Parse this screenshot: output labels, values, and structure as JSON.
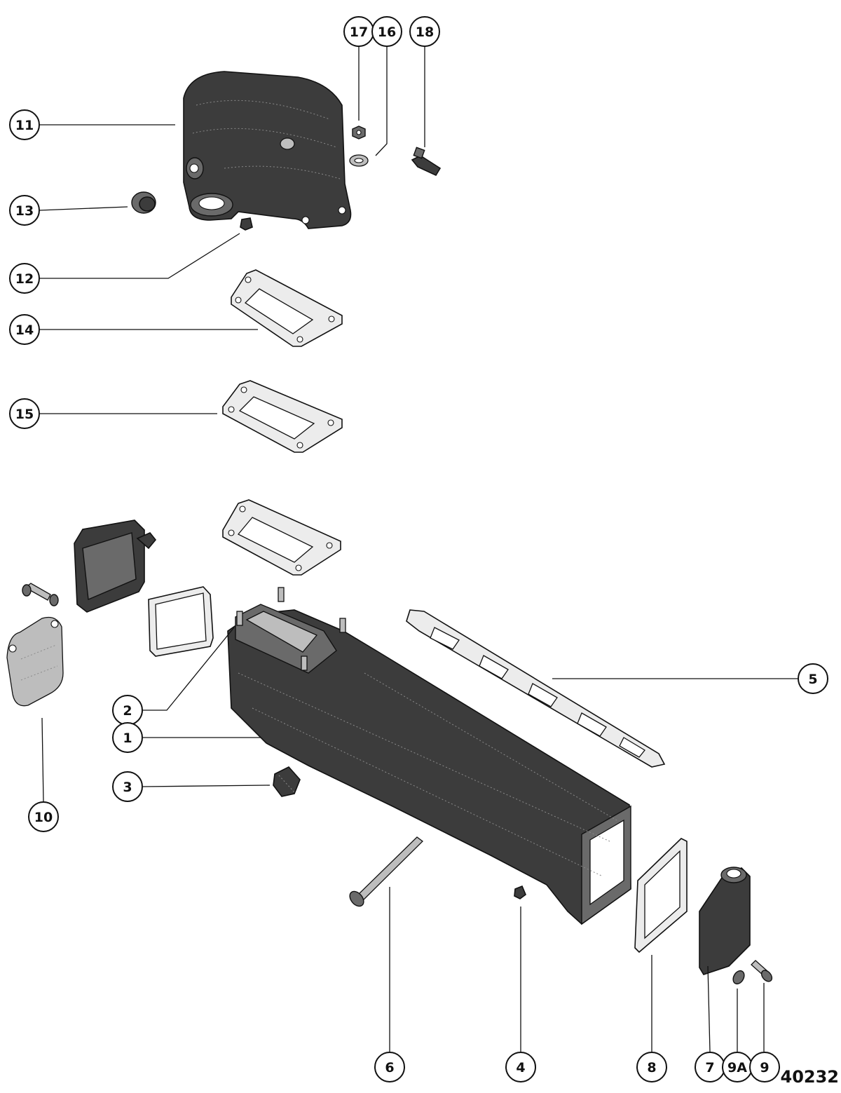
{
  "figure_number": "40232",
  "callouts": [
    {
      "id": "c11",
      "label": "11"
    },
    {
      "id": "c13",
      "label": "13"
    },
    {
      "id": "c12",
      "label": "12"
    },
    {
      "id": "c14",
      "label": "14"
    },
    {
      "id": "c15",
      "label": "15"
    },
    {
      "id": "c17",
      "label": "17"
    },
    {
      "id": "c16",
      "label": "16"
    },
    {
      "id": "c18",
      "label": "18"
    },
    {
      "id": "c5",
      "label": "5"
    },
    {
      "id": "c2",
      "label": "2"
    },
    {
      "id": "c1",
      "label": "1"
    },
    {
      "id": "c3",
      "label": "3"
    },
    {
      "id": "c10",
      "label": "10"
    },
    {
      "id": "c6",
      "label": "6"
    },
    {
      "id": "c4",
      "label": "4"
    },
    {
      "id": "c8",
      "label": "8"
    },
    {
      "id": "c7",
      "label": "7"
    },
    {
      "id": "c9A",
      "label": "9A"
    },
    {
      "id": "c9",
      "label": "9"
    }
  ]
}
